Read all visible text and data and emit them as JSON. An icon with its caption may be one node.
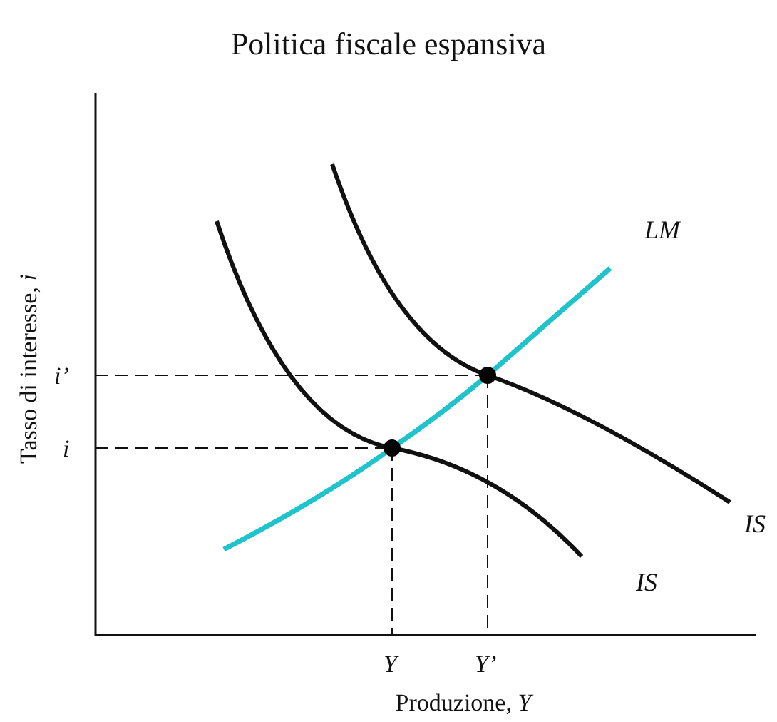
{
  "diagram": {
    "title": "Politica fiscale espansiva",
    "labels": [
      "*LM*",
      "*i’*",
      "*i*",
      "*IS*",
      "*IS*",
      "*Y*",
      "*Y’*",
      "Tasso di interesse, *i*",
      "Produzione, *Y*"
    ]
  }
}
